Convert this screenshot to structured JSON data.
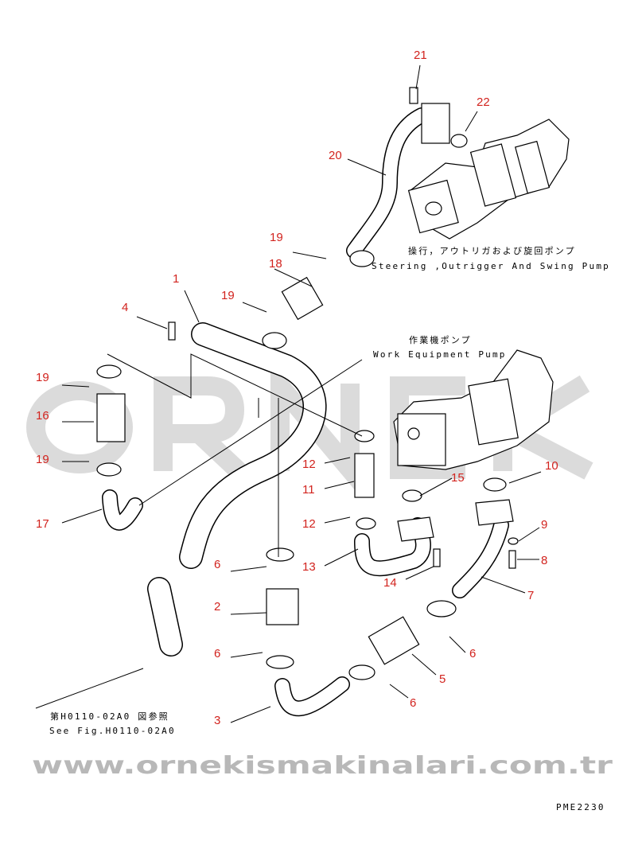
{
  "watermark": {
    "logo": "ORNEK",
    "url": "www.ornekismakinalari.com.tr",
    "color": "#cfcfcf"
  },
  "captions": {
    "steering_pump_jp": "操行，アウトリガおよび旋回ポンプ",
    "steering_pump_en": "Steering ,Outrigger And Swing Pump",
    "work_pump_jp": "作業機ポンプ",
    "work_pump_en": "Work Equipment Pump",
    "see_fig_jp": "第H0110-02A0 図参照",
    "see_fig_en": "See Fig.H0110-02A0",
    "drawing_no": "PME2230"
  },
  "callouts": {
    "c21": "21",
    "c22": "22",
    "c20": "20",
    "c19a": "19",
    "c18": "18",
    "c19b": "19",
    "c1": "1",
    "c4": "4",
    "c19c": "19",
    "c16": "16",
    "c19d": "19",
    "c17": "17",
    "c12a": "12",
    "c11": "11",
    "c12b": "12",
    "c13": "13",
    "c14": "14",
    "c15": "15",
    "c10": "10",
    "c9": "9",
    "c8": "8",
    "c7": "7",
    "c6a": "6",
    "c2": "2",
    "c6b": "6",
    "c5": "5",
    "c6c": "6",
    "c6d": "6",
    "c3": "3"
  },
  "colors": {
    "callout": "#d2231e",
    "line": "#000000"
  }
}
